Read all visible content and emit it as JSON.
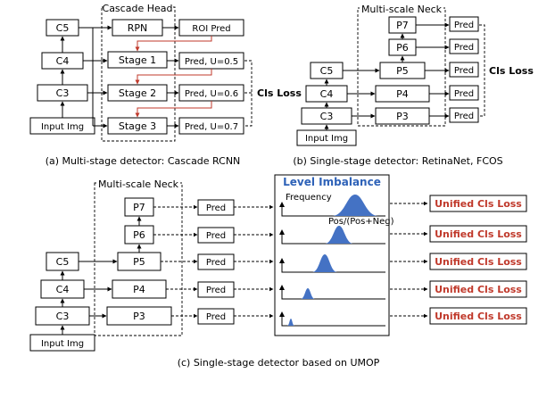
{
  "a": {
    "head_label": "Cascade Head",
    "backbone": [
      "C5",
      "C4",
      "C3"
    ],
    "input": "Input Img",
    "stages": [
      "RPN",
      "Stage 1",
      "Stage 2",
      "Stage 3"
    ],
    "preds": [
      "ROI Pred",
      "Pred, U=0.5",
      "Pred, U=0.6",
      "Pred, U=0.7"
    ],
    "loss": "Cls Loss",
    "caption": "(a) Multi-stage detector: Cascade RCNN"
  },
  "b": {
    "neck_label": "Multi-scale Neck",
    "levels": [
      "P7",
      "P6",
      "P5",
      "P4",
      "P3"
    ],
    "backbone": [
      "C5",
      "C4",
      "C3"
    ],
    "input": "Input Img",
    "pred": "Pred",
    "loss": "Cls Loss",
    "caption": "(b) Single-stage detector: RetinaNet, FCOS"
  },
  "c": {
    "neck_label": "Multi-scale Neck",
    "levels": [
      "P7",
      "P6",
      "P5",
      "P4",
      "P3"
    ],
    "backbone": [
      "C5",
      "C4",
      "C3"
    ],
    "input": "Input Img",
    "pred": "Pred",
    "panel_title": "Level Imbalance",
    "y_axis_label": "Frequency",
    "x_axis_label": "Pos/(Pos+Neg)",
    "loss": "Unified Cls Loss",
    "caption": "(c) Single-stage detector based on UMOP"
  },
  "colors": {
    "accent_red": "#c0392b",
    "accent_blue": "#2e62b8",
    "distribution_fill": "#4472c4"
  }
}
